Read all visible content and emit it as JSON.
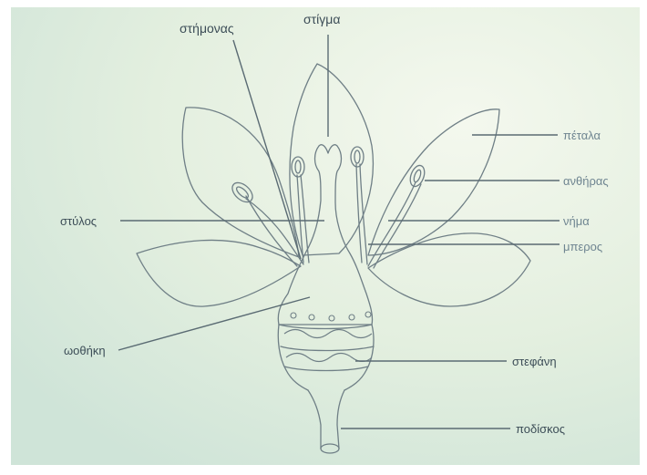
{
  "diagram": {
    "labels": {
      "stigma": "στίγμα",
      "stamen": "στήμονας",
      "style": "στύλος",
      "ovary": "ωοθήκη",
      "petals": "πέταλα",
      "anther": "ανθήρας",
      "filament": "νήμα",
      "sepals": "μπερος",
      "corolla": "στεφάνη",
      "pedicel": "ποδίσκος"
    },
    "colors": {
      "background_light": "#eef4e8",
      "background_mid": "#d6e9d9",
      "outline": "#6f7f86",
      "leader_line": "#5a6b73",
      "text": "#3c4d57"
    }
  }
}
